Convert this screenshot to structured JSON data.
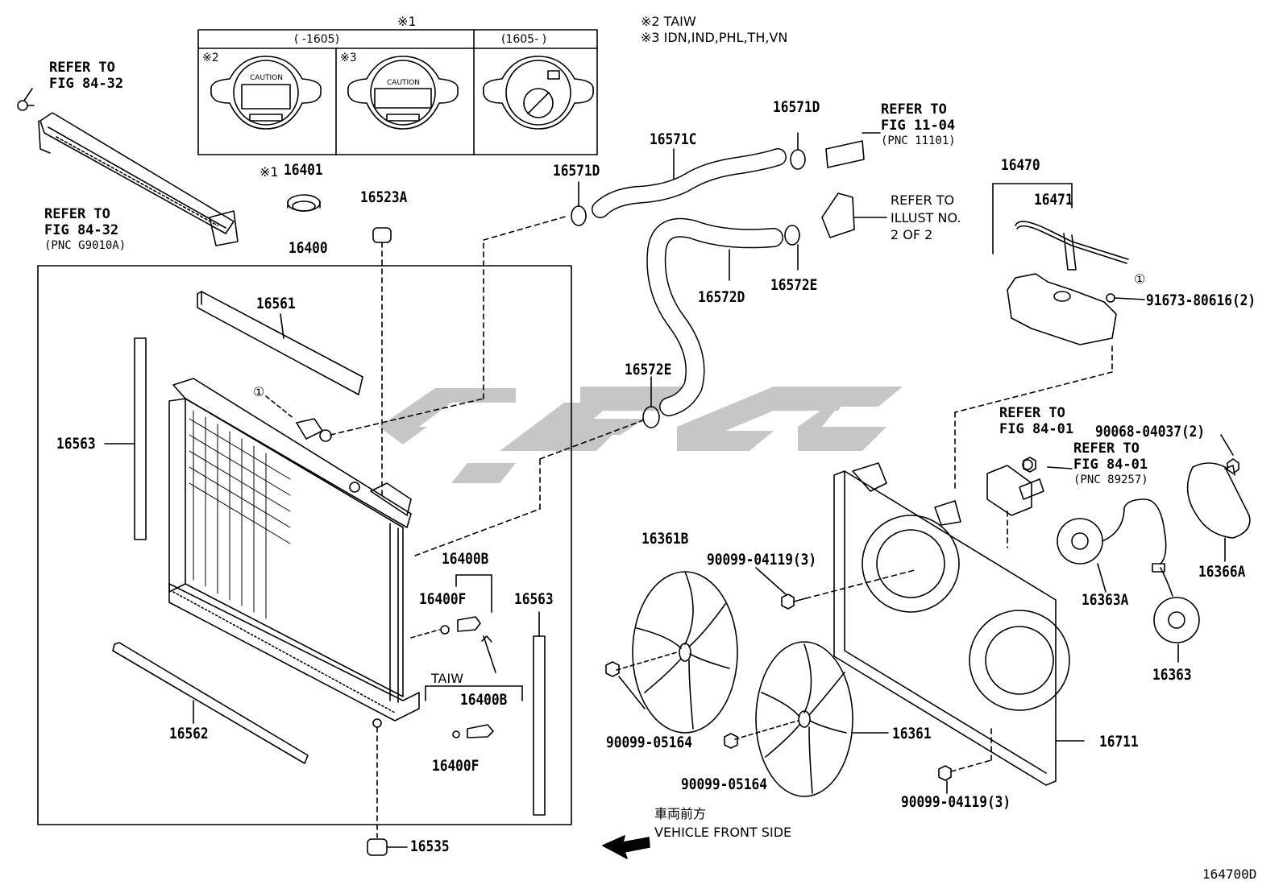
{
  "figure_id": "164700D",
  "notes": {
    "note1_mark": "※1",
    "note2": "※2 TAIW",
    "note3": "※3 IDN,IND,PHL,TH,VN"
  },
  "cap_table": {
    "col1_header": "(     -1605)",
    "col2_header": "(1605-      )",
    "cell1_mark": "※2",
    "cell2_mark": "※3",
    "caution_text": "CAUTION"
  },
  "references": {
    "fig_84_32_top": [
      "REFER TO",
      "FIG 84-32"
    ],
    "fig_84_32_bottom": [
      "REFER TO",
      "FIG 84-32",
      "(PNC G9010A)"
    ],
    "fig_11_04": [
      "REFER TO",
      "FIG 11-04",
      "(PNC 11101)"
    ],
    "illust_2of2": [
      "REFER TO",
      "ILLUST NO.",
      "2 OF 2"
    ],
    "fig_84_01_a": [
      "REFER TO",
      "FIG 84-01"
    ],
    "fig_84_01_b": [
      "REFER TO",
      "FIG 84-01",
      "(PNC 89257)"
    ]
  },
  "parts": {
    "p16401": "16401",
    "p16401_mark": "※1",
    "p16523A": "16523A",
    "p16400": "16400",
    "p16561": "16561",
    "p16563_left": "16563",
    "p16563_right": "16563",
    "p16562": "16562",
    "p16535": "16535",
    "p16400B_a": "16400B",
    "p16400F_a": "16400F",
    "p16400B_b": "16400B",
    "p16400F_b": "16400F",
    "taiw": "TAIW",
    "p16571C": "16571C",
    "p16571D_a": "16571D",
    "p16571D_b": "16571D",
    "p16572D": "16572D",
    "p16572E_a": "16572E",
    "p16572E_b": "16572E",
    "p16470": "16470",
    "p16471": "16471",
    "p91673": "91673-80616(2)",
    "circle1": "①",
    "p16361B": "16361B",
    "p16361": "16361",
    "p90099_04119_a": "90099-04119(3)",
    "p90099_04119_b": "90099-04119(3)",
    "p90099_05164_a": "90099-05164",
    "p90099_05164_b": "90099-05164",
    "p16711": "16711",
    "p90068": "90068-04037(2)",
    "p16363A": "16363A",
    "p16363": "16363",
    "p16366A": "16366A"
  },
  "direction": {
    "jp": "車両前方",
    "en": "VEHICLE FRONT SIDE"
  }
}
